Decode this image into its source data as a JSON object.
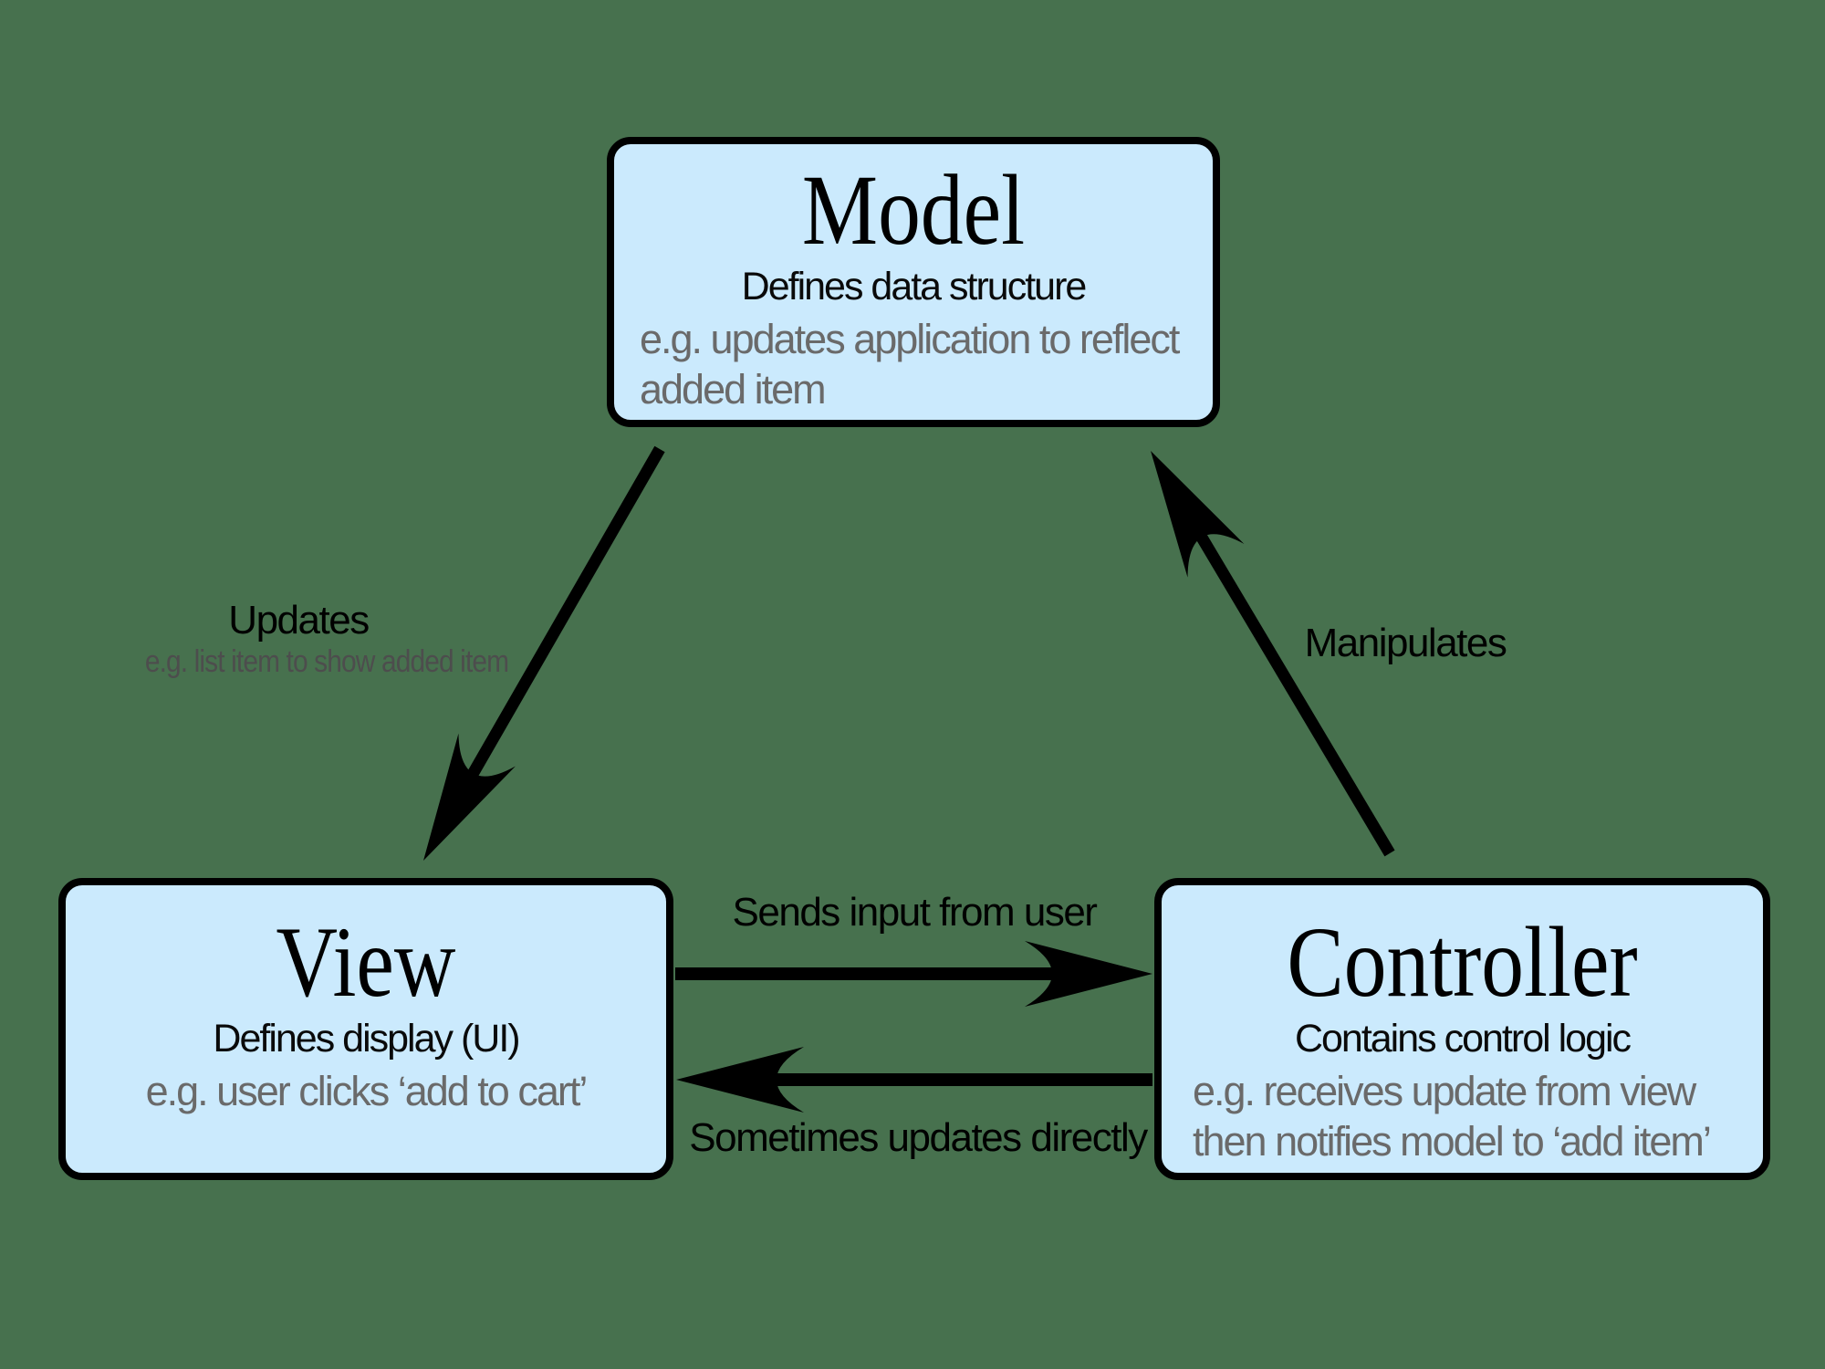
{
  "canvas": {
    "background_color": "#47714e"
  },
  "palette": {
    "box_fill": "#cbeafd",
    "box_border": "#000000",
    "primary_text": "#000000",
    "example_text": "#6a6a6a",
    "arrow_color": "#000000"
  },
  "boxes": {
    "model": {
      "title": "Model",
      "subtitle": "Defines data structure",
      "example_lines": [
        "e.g. updates application to reflect",
        "added item"
      ]
    },
    "view": {
      "title": "View",
      "subtitle": "Defines display (UI)",
      "example_lines": [
        "e.g. user clicks ‘add to cart’"
      ]
    },
    "controller": {
      "title": "Controller",
      "subtitle": "Contains control logic",
      "example_lines": [
        "e.g. receives update from view",
        "then notifies model to ‘add item’"
      ]
    }
  },
  "arrows": {
    "updates": {
      "label": "Updates",
      "sublabel": "e.g. list item to show added item",
      "from": "Model",
      "to": "View"
    },
    "manipulates": {
      "label": "Manipulates",
      "from": "Controller",
      "to": "Model"
    },
    "sends_input": {
      "label": "Sends input from user",
      "from": "View",
      "to": "Controller"
    },
    "sometimes_updates": {
      "label": "Sometimes updates directly",
      "from": "Controller",
      "to": "View"
    }
  }
}
